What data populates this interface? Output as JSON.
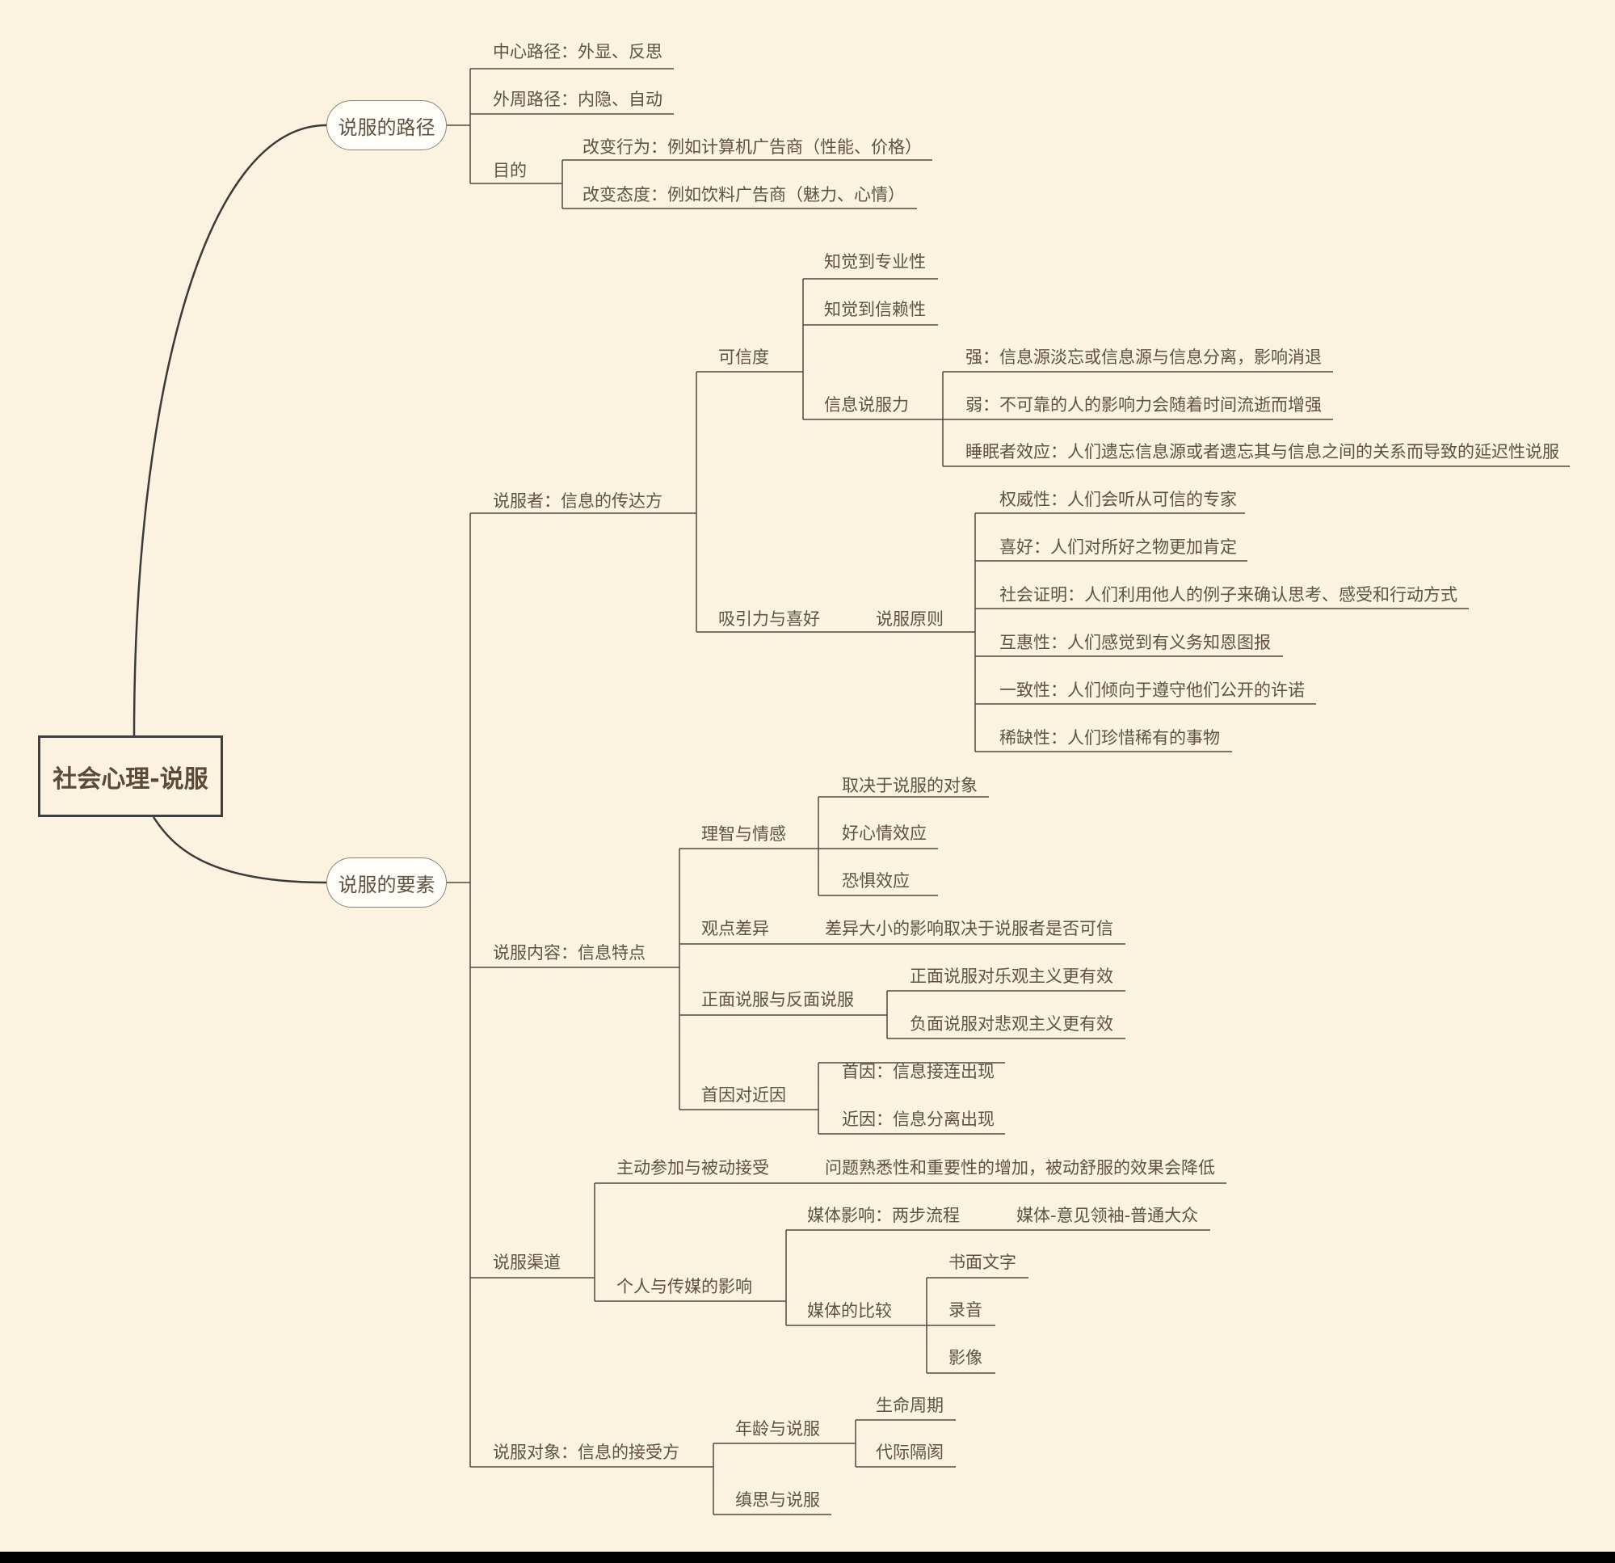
{
  "root": "社会心理-说服",
  "main": {
    "path": "说服的路径",
    "elements": "说服的要素"
  },
  "path": {
    "central": "中心路径：外显、反思",
    "peripheral": "外周路径：内隐、自动",
    "purpose": "目的",
    "purpose_items": [
      "改变行为：例如计算机广告商（性能、价格）",
      "改变态度：例如饮料广告商（魅力、心情）"
    ]
  },
  "communicator": {
    "label": "说服者：信息的传达方",
    "credibility": "可信度",
    "cred_items": [
      "知觉到专业性",
      "知觉到信赖性"
    ],
    "message_power": "信息说服力",
    "power_items": [
      "强：信息源淡忘或信息源与信息分离，影响消退",
      "弱：不可靠的人的影响力会随着时间流逝而增强",
      "睡眠者效应：人们遗忘信息源或者遗忘其与信息之间的关系而导致的延迟性说服"
    ],
    "attract": "吸引力与喜好",
    "principles": "说服原则",
    "principle_items": [
      "权威性：人们会听从可信的专家",
      "喜好：人们对所好之物更加肯定",
      "社会证明：人们利用他人的例子来确认思考、感受和行动方式",
      "互惠性：人们感觉到有义务知恩图报",
      "一致性：人们倾向于遵守他们公开的许诺",
      "稀缺性：人们珍惜稀有的事物"
    ]
  },
  "content": {
    "label": "说服内容：信息特点",
    "reason": "理智与情感",
    "reason_items": [
      "取决于说服的对象",
      "好心情效应",
      "恐惧效应"
    ],
    "discrepancy": "观点差异",
    "discrepancy_item": "差异大小的影响取决于说服者是否可信",
    "sided": "正面说服与反面说服",
    "sided_items": [
      "正面说服对乐观主义更有效",
      "负面说服对悲观主义更有效"
    ],
    "primacy": "首因对近因",
    "primacy_items": [
      "首因：信息接连出现",
      "近因：信息分离出现"
    ]
  },
  "channel": {
    "label": "说服渠道",
    "active": "主动参加与被动接受",
    "active_item": "问题熟悉性和重要性的增加，被动舒服的效果会降低",
    "personal": "个人与传媒的影响",
    "media_influence": "媒体影响：两步流程",
    "media_flow": "媒体-意见领袖-普通大众",
    "media_compare": "媒体的比较",
    "compare_items": [
      "书面文字",
      "录音",
      "影像"
    ]
  },
  "audience": {
    "label": "说服对象：信息的接受方",
    "age": "年龄与说服",
    "age_items": [
      "生命周期",
      "代际隔阂"
    ],
    "thought": "缜思与说服"
  }
}
